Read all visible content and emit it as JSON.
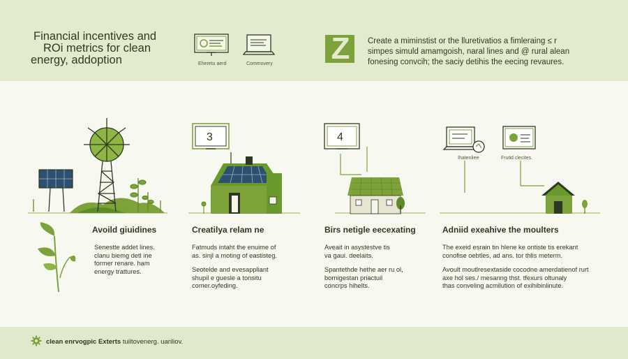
{
  "header": {
    "title_lines": [
      "Financial incentives and",
      "ROi metrics for clean",
      "energy, addoption"
    ],
    "mini_cards": [
      {
        "caption": "Eheretu aerd"
      },
      {
        "caption": "Commovery"
      }
    ],
    "badge": "Z",
    "prompt_lines": [
      "Create a miminstist or the lluretivatios a fimleraing ≤ r",
      "simpes simuld amamgoish, naral lines and @ rural alean",
      "fonesing convcih; the saciy detihis the eecing revaures."
    ]
  },
  "steps": [
    {
      "number": "",
      "heading": "Avoild giuidines",
      "paragraphs": [
        [
          "Senestte addet lines.",
          "clanu biemg detl ine",
          "former renare. ham",
          "energy trattures."
        ]
      ]
    },
    {
      "number": "3",
      "heading": "Creatilya relam ne",
      "paragraphs": [
        [
          "Fatmuds intaht the enuime of",
          "as. sinjl a moting of eastisteg."
        ],
        [
          "Seotelde and evesappliant",
          "shupil e guesle a tonsitu",
          "comer.oyfeding."
        ]
      ]
    },
    {
      "number": "4",
      "heading": "Birs netigle eecexating",
      "paragraphs": [
        [
          "Aveait in asystestve tis",
          "va gaui. deelaits."
        ],
        [
          "Spantethde hethe aer ru ol,",
          "bornigestan priactuil",
          "concrps hihelts."
        ]
      ]
    },
    {
      "number": "",
      "heading": "Adniid exeahive the moulters",
      "card_captions": [
        "Ihatenliee",
        "Frutid clecites."
      ],
      "paragraphs": [
        [
          "The exeid esrain tin hlene ke ontiste tis erekant",
          "conofise oebtles, ad ans. tor thlis meterm."
        ],
        [
          "Avoult moutlresextaside cocodne amerdatienof rurt",
          "axe hol ses./ mesanng thst. tfexurs oltunaly",
          "thas conveling acmilution of exihibinlinute."
        ]
      ]
    }
  ],
  "footer": {
    "lead": "clean enrvogpic Exterts",
    "rest": "tuiltovenerg. uariliov."
  },
  "colors": {
    "accent": "#7ea23a",
    "dark": "#2e3a1f",
    "top_band": "#e3ebcf",
    "solar": "#2f4f6e"
  },
  "icons": [
    "wind-turbine-icon",
    "solar-panel-icon",
    "house-icon",
    "plant-icon",
    "monitor-icon",
    "gear-icon",
    "leaf-icon"
  ]
}
